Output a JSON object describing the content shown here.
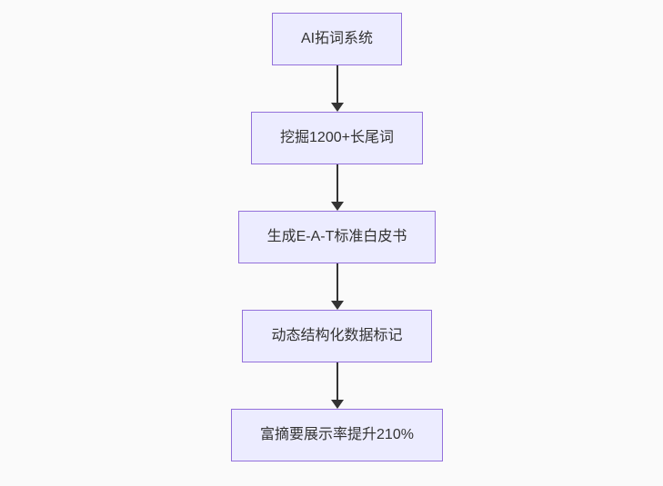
{
  "flowchart": {
    "type": "flowchart",
    "direction": "top-down",
    "colors": {
      "page_background": "#fafafa",
      "node_fill": "#ECECFF",
      "node_border": "#9370DB",
      "node_text": "#333333",
      "arrow": "#333333"
    },
    "nodes": [
      {
        "id": "step-1",
        "label": "AI拓词系统"
      },
      {
        "id": "step-2",
        "label": "挖掘1200+长尾词"
      },
      {
        "id": "step-3",
        "label": "生成E-A-T标准白皮书"
      },
      {
        "id": "step-4",
        "label": "动态结构化数据标记"
      },
      {
        "id": "step-5",
        "label": "富摘要展示率提升210%"
      }
    ],
    "edges": [
      {
        "from": "step-1",
        "to": "step-2"
      },
      {
        "from": "step-2",
        "to": "step-3"
      },
      {
        "from": "step-3",
        "to": "step-4"
      },
      {
        "from": "step-4",
        "to": "step-5"
      }
    ]
  }
}
